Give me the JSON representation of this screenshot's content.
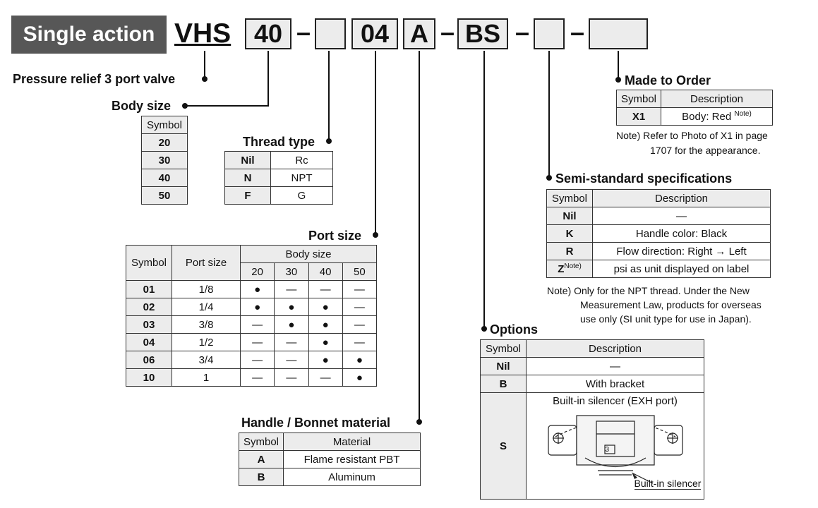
{
  "header": {
    "badge": "Single action",
    "model_prefix": "VHS",
    "body_code": "40",
    "port_code": "04",
    "material_code": "A",
    "option_code": "BS",
    "dash": "–"
  },
  "pressure_relief": {
    "label": "Pressure relief 3 port valve"
  },
  "body_size": {
    "title": "Body size",
    "header": "Symbol",
    "rows": [
      "20",
      "30",
      "40",
      "50"
    ]
  },
  "thread_type": {
    "title": "Thread type",
    "rows": [
      {
        "symbol": "Nil",
        "value": "Rc"
      },
      {
        "symbol": "N",
        "value": "NPT"
      },
      {
        "symbol": "F",
        "value": "G"
      }
    ]
  },
  "port_size": {
    "title": "Port size",
    "headers": {
      "symbol": "Symbol",
      "port_size": "Port size",
      "body_size": "Body size"
    },
    "body_sizes": [
      "20",
      "30",
      "40",
      "50"
    ],
    "rows": [
      {
        "symbol": "01",
        "port": "1/8",
        "cells": [
          "●",
          "—",
          "—",
          "—"
        ]
      },
      {
        "symbol": "02",
        "port": "1/4",
        "cells": [
          "●",
          "●",
          "●",
          "—"
        ]
      },
      {
        "symbol": "03",
        "port": "3/8",
        "cells": [
          "—",
          "●",
          "●",
          "—"
        ]
      },
      {
        "symbol": "04",
        "port": "1/2",
        "cells": [
          "—",
          "—",
          "●",
          "—"
        ]
      },
      {
        "symbol": "06",
        "port": "3/4",
        "cells": [
          "—",
          "—",
          "●",
          "●"
        ]
      },
      {
        "symbol": "10",
        "port": "1",
        "cells": [
          "—",
          "—",
          "—",
          "●"
        ]
      }
    ]
  },
  "handle_material": {
    "title": "Handle / Bonnet material",
    "headers": {
      "symbol": "Symbol",
      "material": "Material"
    },
    "rows": [
      {
        "symbol": "A",
        "value": "Flame resistant PBT"
      },
      {
        "symbol": "B",
        "value": "Aluminum"
      }
    ]
  },
  "options": {
    "title": "Options",
    "headers": {
      "symbol": "Symbol",
      "description": "Description"
    },
    "rows": [
      {
        "symbol": "Nil",
        "value": "—"
      },
      {
        "symbol": "B",
        "value": "With bracket"
      }
    ],
    "s_row": {
      "symbol": "S",
      "value": "Built-in silencer (EXH port)",
      "figure_label": "Built-in silencer",
      "figure_number": "3"
    }
  },
  "semi_standard": {
    "title": "Semi-standard specifications",
    "headers": {
      "symbol": "Symbol",
      "description": "Description"
    },
    "rows": [
      {
        "symbol": "Nil",
        "value": "—"
      },
      {
        "symbol": "K",
        "value": "Handle color: Black"
      },
      {
        "symbol": "R",
        "value": "Flow direction: Right → Left"
      },
      {
        "symbol": "Z",
        "note_mark": "Note)",
        "value": "psi as unit displayed on label"
      }
    ],
    "note_line1": "Note) Only for the NPT thread. Under the New",
    "note_line2": "Measurement Law, products for overseas",
    "note_line3": "use only (SI unit type for use in Japan)."
  },
  "made_to_order": {
    "title": "Made to Order",
    "headers": {
      "symbol": "Symbol",
      "description": "Description"
    },
    "row": {
      "symbol": "X1",
      "value": "Body: Red",
      "note_mark": "Note)"
    },
    "note_line1": "Note) Refer to Photo of X1 in page",
    "note_line2": "1707 for the appearance."
  }
}
